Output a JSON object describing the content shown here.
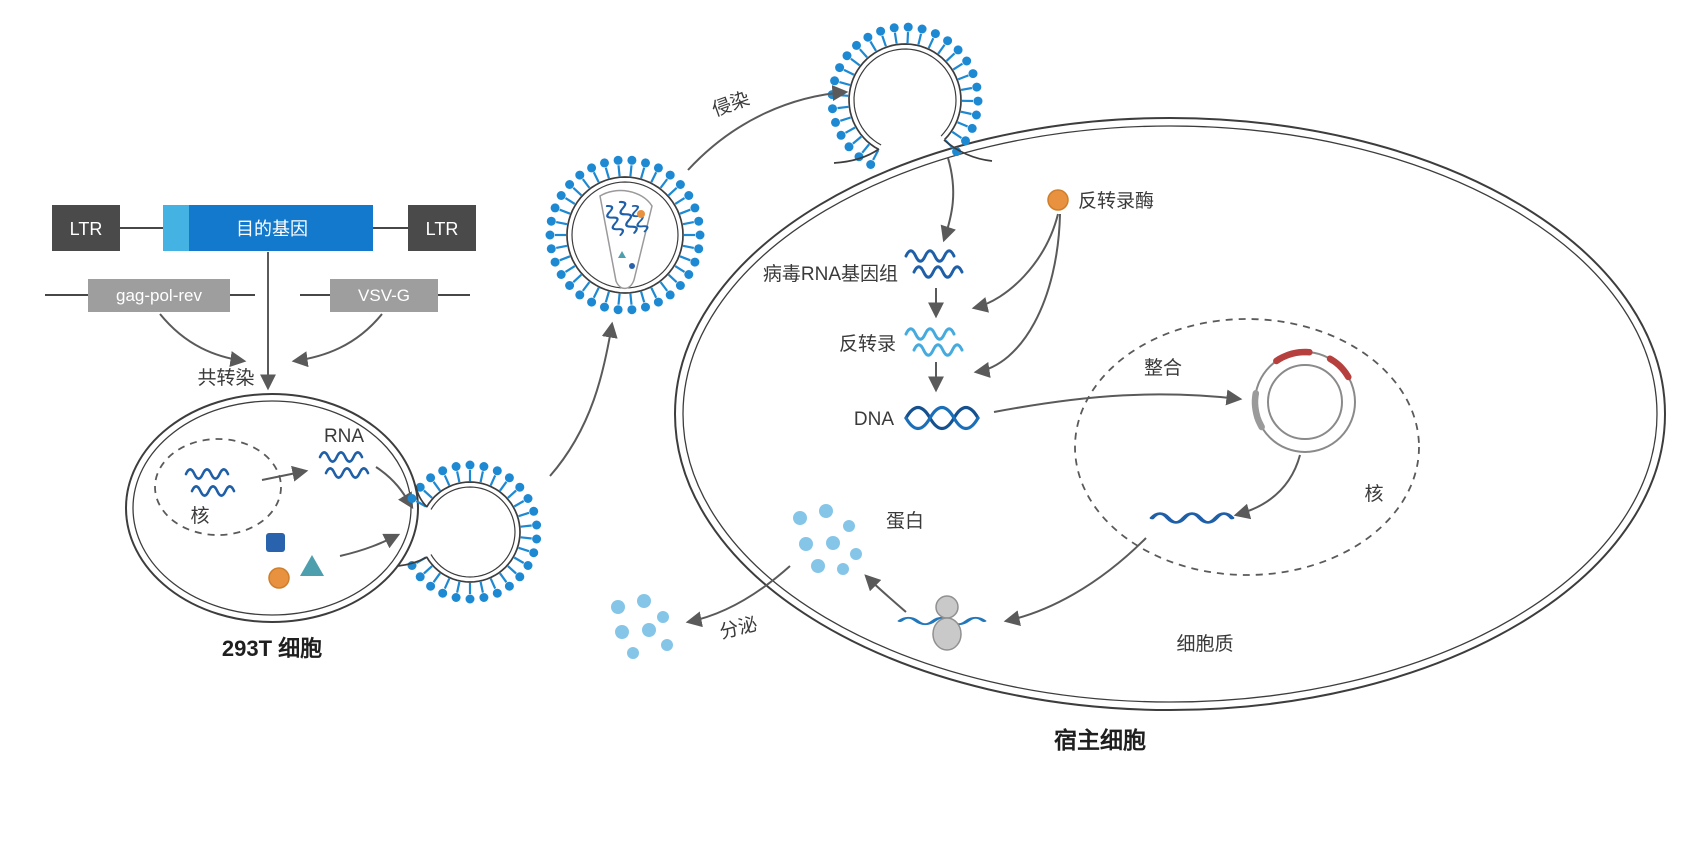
{
  "construct": {
    "ltr_left": "LTR",
    "target_gene": "目的基因",
    "ltr_right": "LTR",
    "gag_pol_rev": "gag-pol-rev",
    "vsv_g": "VSV-G",
    "cotransfection": "共转染"
  },
  "producer": {
    "nucleus": "核",
    "rna": "RNA",
    "name": "293T 细胞"
  },
  "process": {
    "infection": "侵染"
  },
  "host": {
    "reverse_transcriptase": "反转录酶",
    "viral_rna_genome": "病毒RNA基因组",
    "reverse_transcription": "反转录",
    "dna": "DNA",
    "integration": "整合",
    "nucleus": "核",
    "protein": "蛋白",
    "secretion": "分泌",
    "cytoplasm": "细胞质",
    "name": "宿主细胞"
  },
  "colors": {
    "accent_blue": "#1279cc",
    "light_blue_strip": "#44b3e4",
    "dark_gray_box": "#4a4a4a",
    "mid_gray_box": "#9e9e9e",
    "arrow_gray": "#5a5a5a",
    "spike_blue": "#1d89d3",
    "rna_navy": "#1f5fa8",
    "rna_light": "#45aade",
    "orange": "#e8923f",
    "teal": "#4d9fad",
    "protein_dot": "#85c6e8",
    "plasmid_red": "#b5403d"
  }
}
